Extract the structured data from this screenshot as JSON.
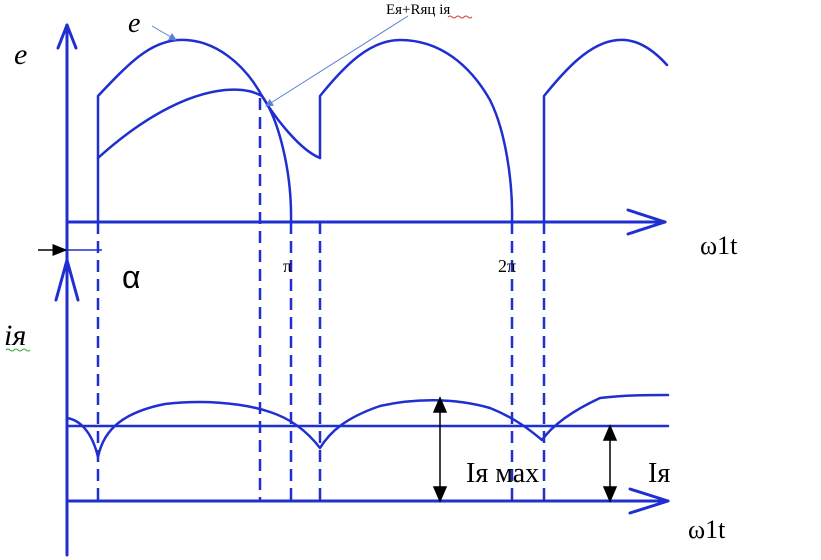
{
  "labels": {
    "e_axis": "e",
    "e_curve": "e",
    "annotation": "Eя+Rяц iя",
    "omega_top": "ω1t",
    "alpha": "α",
    "pi": "π",
    "two_pi": "2π",
    "i_axis": "iя",
    "omega_bottom": "ω1t",
    "i_max": "Iя мах",
    "i_mean": "Iя"
  },
  "colors": {
    "curve": "#1f2fd0",
    "annotation_line": "#5b7fd6",
    "underline": "#3aa63a",
    "text": "#000000"
  }
}
